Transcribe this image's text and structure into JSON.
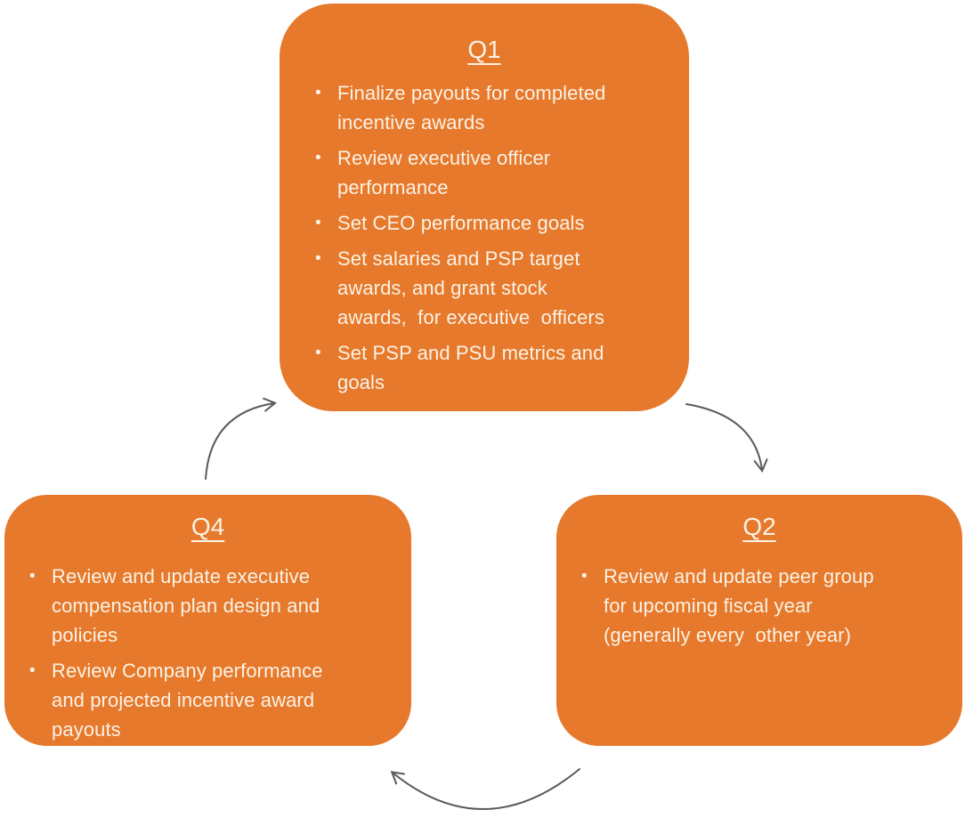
{
  "diagram": {
    "type": "cycle",
    "bullet_char": "•",
    "colors": {
      "box_fill": "#E6792B",
      "text": "#FBF2E6",
      "arrow": "#5A5A5A",
      "background": "#FFFFFF"
    },
    "boxes": {
      "q1": {
        "title": "Q1",
        "bullets": [
          "Finalize payouts for completed\nincentive awards",
          "Review executive officer\nperformance",
          "Set CEO performance goals",
          "Set salaries and PSP target\nawards, and grant stock\nawards,  for executive  officers",
          "Set PSP and PSU metrics and\ngoals"
        ]
      },
      "q2": {
        "title": "Q2",
        "bullets": [
          "Review and update peer group\nfor upcoming fiscal year\n(generally every  other year)"
        ]
      },
      "q4": {
        "title": "Q4",
        "bullets": [
          "Review and update executive\ncompensation plan design and\npolicies",
          "Review Company performance\nand projected incentive award\npayouts"
        ]
      }
    },
    "arrows": [
      {
        "name": "q1-to-q2",
        "from": "Q1",
        "to": "Q2"
      },
      {
        "name": "q2-to-q4",
        "from": "Q2",
        "to": "Q4"
      },
      {
        "name": "q4-to-q1",
        "from": "Q4",
        "to": "Q1"
      }
    ]
  }
}
